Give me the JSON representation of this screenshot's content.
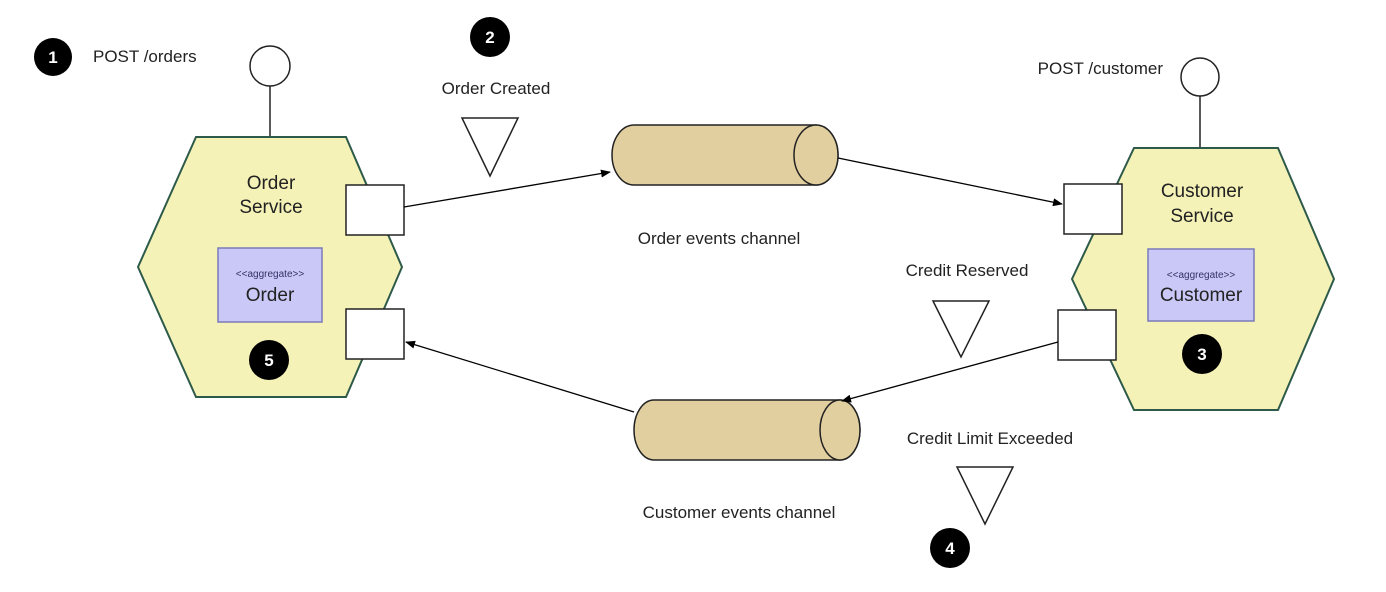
{
  "steps": [
    "1",
    "2",
    "3",
    "4",
    "5"
  ],
  "endpoints": {
    "orders": "POST /orders",
    "customer": "POST /customer"
  },
  "services": {
    "order": {
      "line1": "Order",
      "line2": "Service",
      "aggregate_stereotype": "<<aggregate>>",
      "aggregate_name": "Order"
    },
    "customer": {
      "line1": "Customer",
      "line2": "Service",
      "aggregate_stereotype": "<<aggregate>>",
      "aggregate_name": "Customer"
    }
  },
  "channels": {
    "order_events": "Order events channel",
    "customer_events": "Customer events channel"
  },
  "events": {
    "order_created": "Order Created",
    "credit_reserved": "Credit Reserved",
    "credit_limit_exceeded": "Credit Limit Exceeded"
  },
  "colors": {
    "hexagon_fill": "#f5f2b8",
    "hexagon_stroke": "#2e5a4a",
    "aggregate_fill": "#c9c8f6",
    "aggregate_stroke": "#7a7ab8",
    "channel_fill": "#e2cfa0",
    "step_marker": "#000000"
  }
}
